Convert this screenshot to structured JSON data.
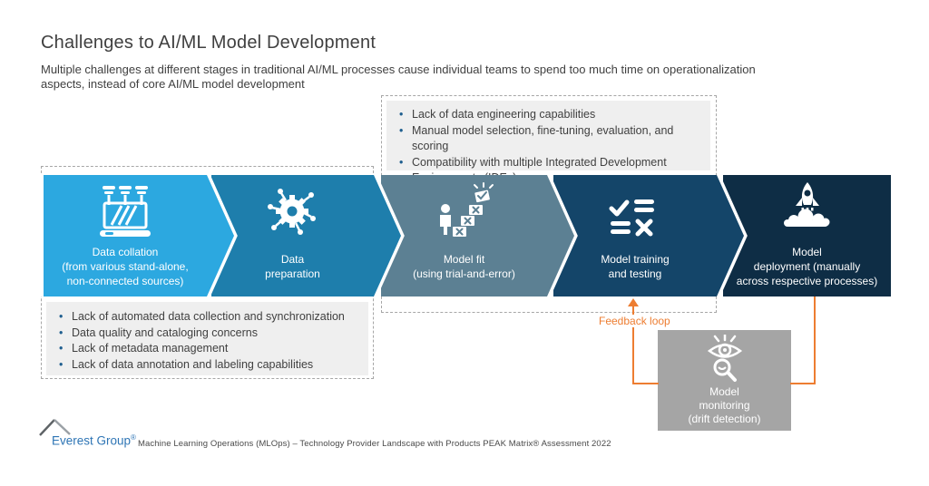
{
  "page": {
    "title": "Challenges to AI/ML Model Development",
    "subtitle": "Multiple challenges at different stages in traditional AI/ML processes cause individual teams to spend too much time on operationalization\naspects, instead of core AI/ML model development"
  },
  "stages": [
    {
      "label": "Data collation\n(from various stand-alone,\nnon-connected sources)",
      "color": "#2ca8e0",
      "icon": "data-sources-laptop-icon"
    },
    {
      "label": "Data\npreparation",
      "color": "#1e7eac",
      "icon": "gear-network-icon"
    },
    {
      "label": "Model fit\n(using trial-and-error)",
      "color": "#5c8093",
      "icon": "trial-error-stairs-icon"
    },
    {
      "label": "Model training\nand testing",
      "color": "#144569",
      "icon": "checklist-icon"
    },
    {
      "label": "Model\ndeployment (manually\nacross respective processes)",
      "color": "#0e2d45",
      "icon": "rocket-launch-icon"
    }
  ],
  "callouts": {
    "top": {
      "items": [
        "Lack of data engineering capabilities",
        "Manual model selection, fine-tuning, evaluation, and scoring",
        "Compatibility with multiple Integrated Development Environments (IDEs)"
      ]
    },
    "bottom": {
      "items": [
        "Lack of automated data collection and synchronization",
        "Data quality and cataloging concerns",
        "Lack of metadata management",
        "Lack of data annotation and labeling capabilities"
      ]
    }
  },
  "feedback": {
    "label": "Feedback loop"
  },
  "monitoring": {
    "label": "Model\nmonitoring\n(drift detection)",
    "icon": "eye-magnifier-icon"
  },
  "footer": {
    "brand": "Everest Group",
    "brand_reg": "®",
    "caption": "Machine Learning Operations (MLOps) – Technology Provider Landscape with Products PEAK Matrix® Assessment 2022"
  },
  "colors": {
    "textdark": "#404040",
    "bullet": "#1f5f8f",
    "orange": "#ed7d31",
    "dashed": "#a6a6a6",
    "graybox": "#efefef",
    "monitorbox": "#a5a5a5",
    "brandblue": "#2e75b5"
  }
}
